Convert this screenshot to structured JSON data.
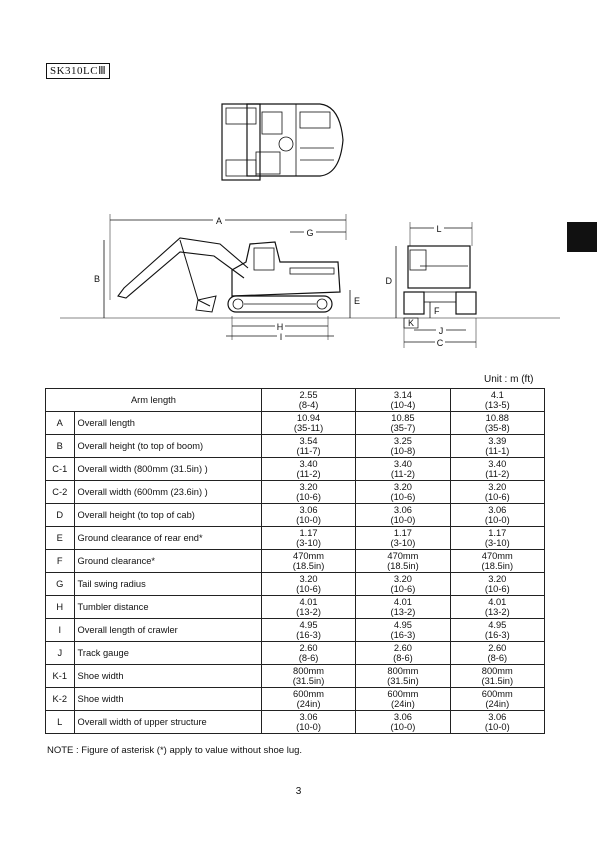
{
  "model_label": "SK310LCⅢ",
  "drawing_labels": {
    "A": "A",
    "B": "B",
    "C": "C",
    "D": "D",
    "E": "E",
    "F": "F",
    "G": "G",
    "H": "H",
    "I": "I",
    "J": "J",
    "K": "K",
    "L": "L"
  },
  "unit_label": "Unit : m (ft)",
  "header_label": "Arm length",
  "arm_lengths": [
    {
      "m": "2.55",
      "ft": "(8-4)"
    },
    {
      "m": "3.14",
      "ft": "(10-4)"
    },
    {
      "m": "4.1",
      "ft": "(13-5)"
    }
  ],
  "rows": [
    {
      "code": "A",
      "label": "Overall length",
      "values": [
        [
          "10.94",
          "(35-11)"
        ],
        [
          "10.85",
          "(35-7)"
        ],
        [
          "10.88",
          "(35-8)"
        ]
      ]
    },
    {
      "code": "B",
      "label": "Overall height (to top of boom)",
      "values": [
        [
          "3.54",
          "(11-7)"
        ],
        [
          "3.25",
          "(10-8)"
        ],
        [
          "3.39",
          "(11-1)"
        ]
      ]
    },
    {
      "code": "C-1",
      "label": "Overall width (800mm (31.5in) )",
      "values": [
        [
          "3.40",
          "(11-2)"
        ],
        [
          "3.40",
          "(11-2)"
        ],
        [
          "3.40",
          "(11-2)"
        ]
      ]
    },
    {
      "code": "C-2",
      "label": "Overall width (600mm (23.6in) )",
      "values": [
        [
          "3.20",
          "(10-6)"
        ],
        [
          "3.20",
          "(10-6)"
        ],
        [
          "3.20",
          "(10-6)"
        ]
      ]
    },
    {
      "code": "D",
      "label": "Overall height (to top of cab)",
      "values": [
        [
          "3.06",
          "(10-0)"
        ],
        [
          "3.06",
          "(10-0)"
        ],
        [
          "3.06",
          "(10-0)"
        ]
      ]
    },
    {
      "code": "E",
      "label": "Ground clearance of rear end*",
      "values": [
        [
          "1.17",
          "(3-10)"
        ],
        [
          "1.17",
          "(3-10)"
        ],
        [
          "1.17",
          "(3-10)"
        ]
      ]
    },
    {
      "code": "F",
      "label": "Ground clearance*",
      "values": [
        [
          "470mm",
          "(18.5in)"
        ],
        [
          "470mm",
          "(18.5in)"
        ],
        [
          "470mm",
          "(18.5in)"
        ]
      ]
    },
    {
      "code": "G",
      "label": "Tail swing radius",
      "values": [
        [
          "3.20",
          "(10-6)"
        ],
        [
          "3.20",
          "(10-6)"
        ],
        [
          "3.20",
          "(10-6)"
        ]
      ]
    },
    {
      "code": "H",
      "label": "Tumbler distance",
      "values": [
        [
          "4.01",
          "(13-2)"
        ],
        [
          "4.01",
          "(13-2)"
        ],
        [
          "4.01",
          "(13-2)"
        ]
      ]
    },
    {
      "code": "I",
      "label": "Overall length of crawler",
      "values": [
        [
          "4.95",
          "(16-3)"
        ],
        [
          "4.95",
          "(16-3)"
        ],
        [
          "4.95",
          "(16-3)"
        ]
      ]
    },
    {
      "code": "J",
      "label": "Track gauge",
      "values": [
        [
          "2.60",
          "(8-6)"
        ],
        [
          "2.60",
          "(8-6)"
        ],
        [
          "2.60",
          "(8-6)"
        ]
      ]
    },
    {
      "code": "K-1",
      "label": "Shoe width",
      "values": [
        [
          "800mm",
          "(31.5in)"
        ],
        [
          "800mm",
          "(31.5in)"
        ],
        [
          "800mm",
          "(31.5in)"
        ]
      ]
    },
    {
      "code": "K-2",
      "label": "Shoe width",
      "values": [
        [
          "600mm",
          "(24in)"
        ],
        [
          "600mm",
          "(24in)"
        ],
        [
          "600mm",
          "(24in)"
        ]
      ]
    },
    {
      "code": "L",
      "label": "Overall width of upper structure",
      "values": [
        [
          "3.06",
          "(10-0)"
        ],
        [
          "3.06",
          "(10-0)"
        ],
        [
          "3.06",
          "(10-0)"
        ]
      ]
    }
  ],
  "note": "NOTE : Figure of asterisk (*) apply to value without shoe lug.",
  "page_number": "3"
}
